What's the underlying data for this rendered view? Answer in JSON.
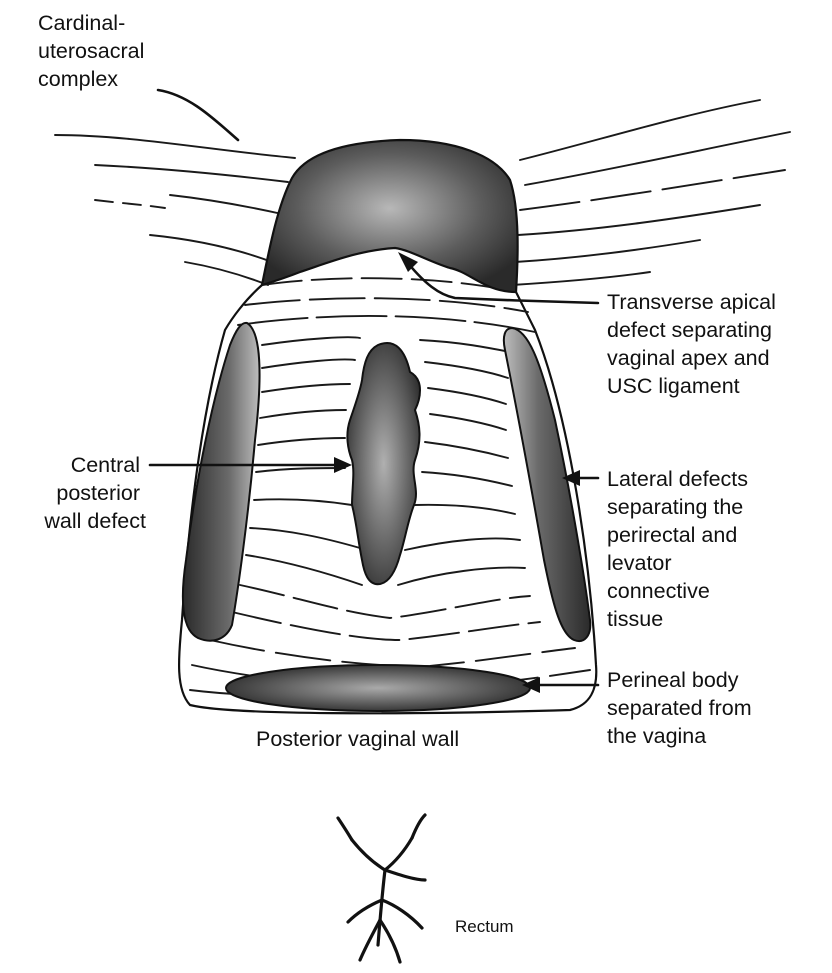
{
  "labels": {
    "cardinal_uterosacral": [
      "Cardinal-",
      "uterosacral",
      "complex"
    ],
    "transverse_apical": [
      "Transverse apical",
      "defect separating",
      "vaginal apex and",
      "USC ligament"
    ],
    "central_posterior": [
      "Central",
      "posterior",
      "wall defect"
    ],
    "lateral_defects": [
      "Lateral defects",
      "separating the",
      "perirectal and",
      "levator",
      "connective",
      "tissue"
    ],
    "perineal_body": [
      "Perineal body",
      "separated from",
      "the vagina"
    ],
    "posterior_vaginal_wall": "Posterior vaginal wall",
    "rectum": "Rectum"
  },
  "colors": {
    "ink": "#111111",
    "tissue_dark": "#2e2e2e",
    "tissue_mid": "#7a7a7a",
    "tissue_light": "#c4c4c4"
  }
}
